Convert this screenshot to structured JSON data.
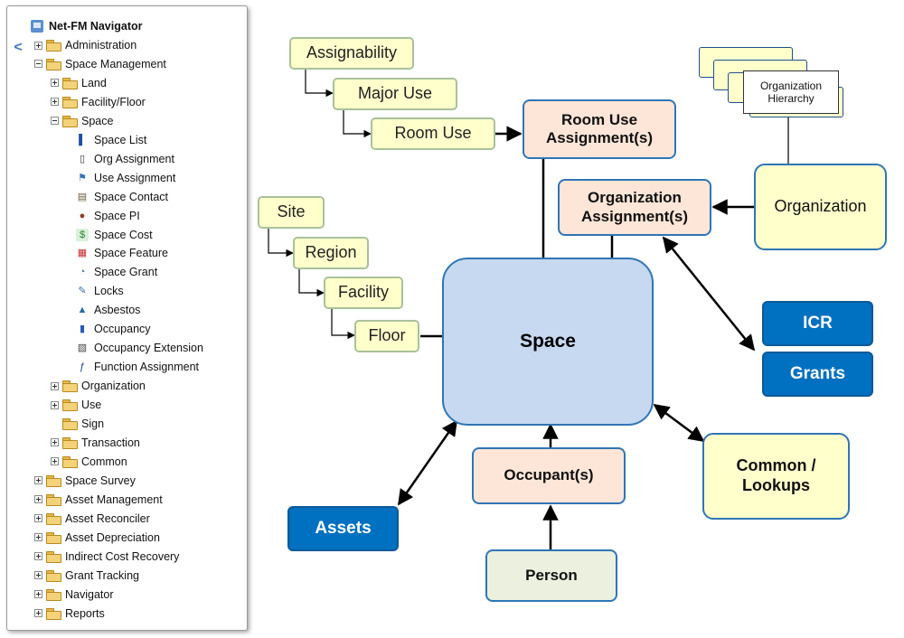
{
  "navigator": {
    "title": "Net-FM Navigator",
    "collapse_glyph": "<",
    "items": [
      {
        "label": "Administration",
        "level": 0,
        "type": "folder",
        "expander": "plus"
      },
      {
        "label": "Space Management",
        "level": 0,
        "type": "folder",
        "expander": "minus"
      },
      {
        "label": "Land",
        "level": 1,
        "type": "folder",
        "expander": "plus"
      },
      {
        "label": "Facility/Floor",
        "level": 1,
        "type": "folder",
        "expander": "plus"
      },
      {
        "label": "Space",
        "level": 1,
        "type": "folder",
        "expander": "minus"
      },
      {
        "label": "Space List",
        "level": 2,
        "type": "leaf",
        "icon": "list-icon"
      },
      {
        "label": "Org Assignment",
        "level": 2,
        "type": "leaf",
        "icon": "document-icon"
      },
      {
        "label": "Use Assignment",
        "level": 2,
        "type": "leaf",
        "icon": "assignment-icon"
      },
      {
        "label": "Space Contact",
        "level": 2,
        "type": "leaf",
        "icon": "contact-card-icon"
      },
      {
        "label": "Space PI",
        "level": 2,
        "type": "leaf",
        "icon": "people-icon"
      },
      {
        "label": "Space Cost",
        "level": 2,
        "type": "leaf",
        "icon": "money-icon"
      },
      {
        "label": "Space Feature",
        "level": 2,
        "type": "leaf",
        "icon": "feature-icon"
      },
      {
        "label": "Space Grant",
        "level": 2,
        "type": "leaf",
        "icon": "grant-icon"
      },
      {
        "label": "Locks",
        "level": 2,
        "type": "leaf",
        "icon": "lock-icon"
      },
      {
        "label": "Asbestos",
        "level": 2,
        "type": "leaf",
        "icon": "hazard-icon"
      },
      {
        "label": "Occupancy",
        "level": 2,
        "type": "leaf",
        "icon": "occupancy-icon"
      },
      {
        "label": "Occupancy Extension",
        "level": 2,
        "type": "leaf",
        "icon": "occupancy-extension-icon"
      },
      {
        "label": "Function Assignment",
        "level": 2,
        "type": "leaf",
        "icon": "function-icon"
      },
      {
        "label": "Organization",
        "level": 1,
        "type": "folder",
        "expander": "plus"
      },
      {
        "label": "Use",
        "level": 1,
        "type": "folder",
        "expander": "plus"
      },
      {
        "label": "Sign",
        "level": 1,
        "type": "folder",
        "expander": "none"
      },
      {
        "label": "Transaction",
        "level": 1,
        "type": "folder",
        "expander": "plus"
      },
      {
        "label": "Common",
        "level": 1,
        "type": "folder",
        "expander": "plus"
      },
      {
        "label": "Space Survey",
        "level": 0,
        "type": "folder",
        "expander": "plus"
      },
      {
        "label": "Asset Management",
        "level": 0,
        "type": "folder",
        "expander": "plus"
      },
      {
        "label": "Asset Reconciler",
        "level": 0,
        "type": "folder",
        "expander": "plus"
      },
      {
        "label": "Asset Depreciation",
        "level": 0,
        "type": "folder",
        "expander": "plus"
      },
      {
        "label": "Indirect Cost Recovery",
        "level": 0,
        "type": "folder",
        "expander": "plus"
      },
      {
        "label": "Grant Tracking",
        "level": 0,
        "type": "folder",
        "expander": "plus"
      },
      {
        "label": "Navigator",
        "level": 0,
        "type": "folder",
        "expander": "plus"
      },
      {
        "label": "Reports",
        "level": 0,
        "type": "folder",
        "expander": "plus"
      }
    ]
  },
  "diagram": {
    "assignability": "Assignability",
    "major_use": "Major Use",
    "room_use": "Room Use",
    "room_use_assignment": "Room Use Assignment(s)",
    "org_hierarchy": "Organization Hierarchy",
    "organization": "Organization",
    "organization_assignment": "Organization Assignment(s)",
    "site": "Site",
    "region": "Region",
    "facility": "Facility",
    "floor": "Floor",
    "space": "Space",
    "icr": "ICR",
    "grants": "Grants",
    "common_lookups": "Common / Lookups",
    "occupant": "Occupant(s)",
    "assets": "Assets",
    "person": "Person"
  },
  "colors": {
    "yellow_fill": "#ffffcc",
    "peach_fill": "#fde6d8",
    "space_fill": "#c6d9f1",
    "blue_button": "#0070c0",
    "person_fill": "#ebf1de",
    "border_blue": "#2f75b5"
  }
}
